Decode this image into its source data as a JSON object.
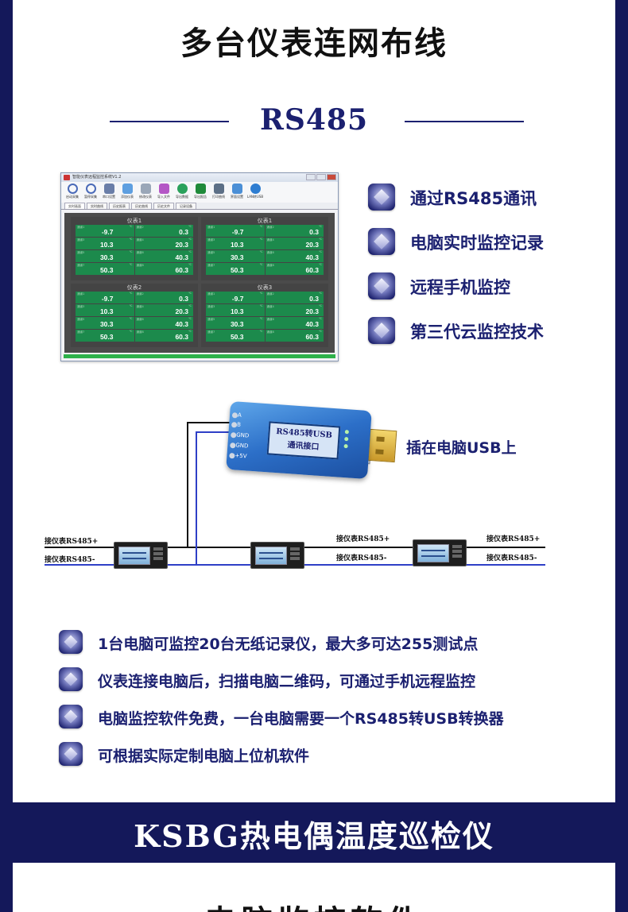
{
  "header": {
    "title": "多台仪表连网布线",
    "subtitle": "RS485"
  },
  "software": {
    "window_title": "智能仪表远程监控系统V1.2",
    "toolbar": [
      "启动采集",
      "暂停采集",
      "串口设置",
      "添加仪表",
      "修改仪表",
      "导入文件",
      "导出数据",
      "导出报告",
      "打印曲线",
      "界面设置",
      "LAN转USB"
    ],
    "tabs": [
      "实时画面",
      "实时曲线",
      "历史报表",
      "历史曲线",
      "历史文件",
      "记录设备"
    ],
    "panels": [
      {
        "name": "仪表1",
        "values": [
          "-9.7",
          "0.3",
          "10.3",
          "20.3",
          "30.3",
          "40.3",
          "50.3",
          "60.3"
        ]
      },
      {
        "name": "仪表1",
        "values": [
          "-9.7",
          "0.3",
          "10.3",
          "20.3",
          "30.3",
          "40.3",
          "50.3",
          "60.3"
        ]
      },
      {
        "name": "仪表2",
        "values": [
          "-9.7",
          "0.3",
          "10.3",
          "20.3",
          "30.3",
          "40.3",
          "50.3",
          "60.3"
        ]
      },
      {
        "name": "仪表3",
        "values": [
          "-9.7",
          "0.3",
          "10.3",
          "20.3",
          "30.3",
          "40.3",
          "50.3",
          "60.3"
        ]
      }
    ],
    "cell_unit": "℃"
  },
  "features": [
    "通过RS485通讯",
    "电脑实时监控记录",
    "远程手机监控",
    "第三代云监控技术"
  ],
  "converter": {
    "terminals": [
      "A",
      "B",
      "GND",
      "GND",
      "+5V"
    ],
    "lcd_line1": "RS485转USB",
    "lcd_line2": "通讯接口",
    "label": "插在电脑USB上"
  },
  "wiring": {
    "plus_label": "接仪表RS485+",
    "minus_label": "接仪表RS485-"
  },
  "notes": [
    "1台电脑可监控20台无纸记录仪，最大多可达255测试点",
    "仪表连接电脑后，扫描电脑二维码，可通过手机远程监控",
    "电脑监控软件免费，一台电脑需要一个RS485转USB转换器",
    "可根据实际定制电脑上位机软件"
  ],
  "band": {
    "title": "KSBG热电偶温度巡检仪"
  },
  "next_section": {
    "title": "电脑监控软件"
  },
  "colors": {
    "navy": "#14185a",
    "accent": "#1b2070",
    "cell_green": "#1c8a4c"
  }
}
